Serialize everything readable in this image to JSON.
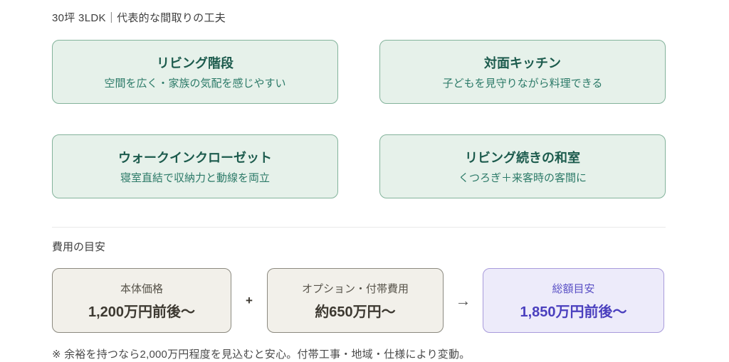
{
  "page": {
    "section_title": "30坪 3LDK｜代表的な間取りの工夫",
    "cost_section_title": "費用の目安",
    "footnote": "※ 余裕を持つなら2,000万円程度を見込むと安心。付帯工事・地域・仕様により変動。"
  },
  "feature_cards": [
    {
      "title": "リビング階段",
      "description": "空間を広く・家族の気配を感じやすい"
    },
    {
      "title": "対面キッチン",
      "description": "子どもを見守りながら料理できる"
    },
    {
      "title": "ウォークインクローゼット",
      "description": "寝室直結で収納力と動線を両立"
    },
    {
      "title": "リビング続きの和室",
      "description": "くつろぎ＋来客時の客間に"
    }
  ],
  "cost_flow": {
    "plus_symbol": "+",
    "arrow_symbol": "→",
    "items": [
      {
        "label": "本体価格",
        "value": "1,200万円前後〜"
      },
      {
        "label": "オプション・付帯費用",
        "value": "約650万円〜"
      },
      {
        "label": "総額目安",
        "value": "1,850万円前後〜"
      }
    ]
  },
  "colors": {
    "feature_card_bg": "#e6f1ea",
    "feature_card_border": "#83b39b",
    "feature_card_title": "#1c5b4d",
    "feature_card_text": "#2c7a68",
    "cost_box_bg": "#f2f0ea",
    "cost_box_border": "#8b897f",
    "cost_box_text": "#3d3931",
    "total_box_bg": "#edebfa",
    "total_box_border": "#a89bdb",
    "total_box_text": "#4a3fbe"
  }
}
